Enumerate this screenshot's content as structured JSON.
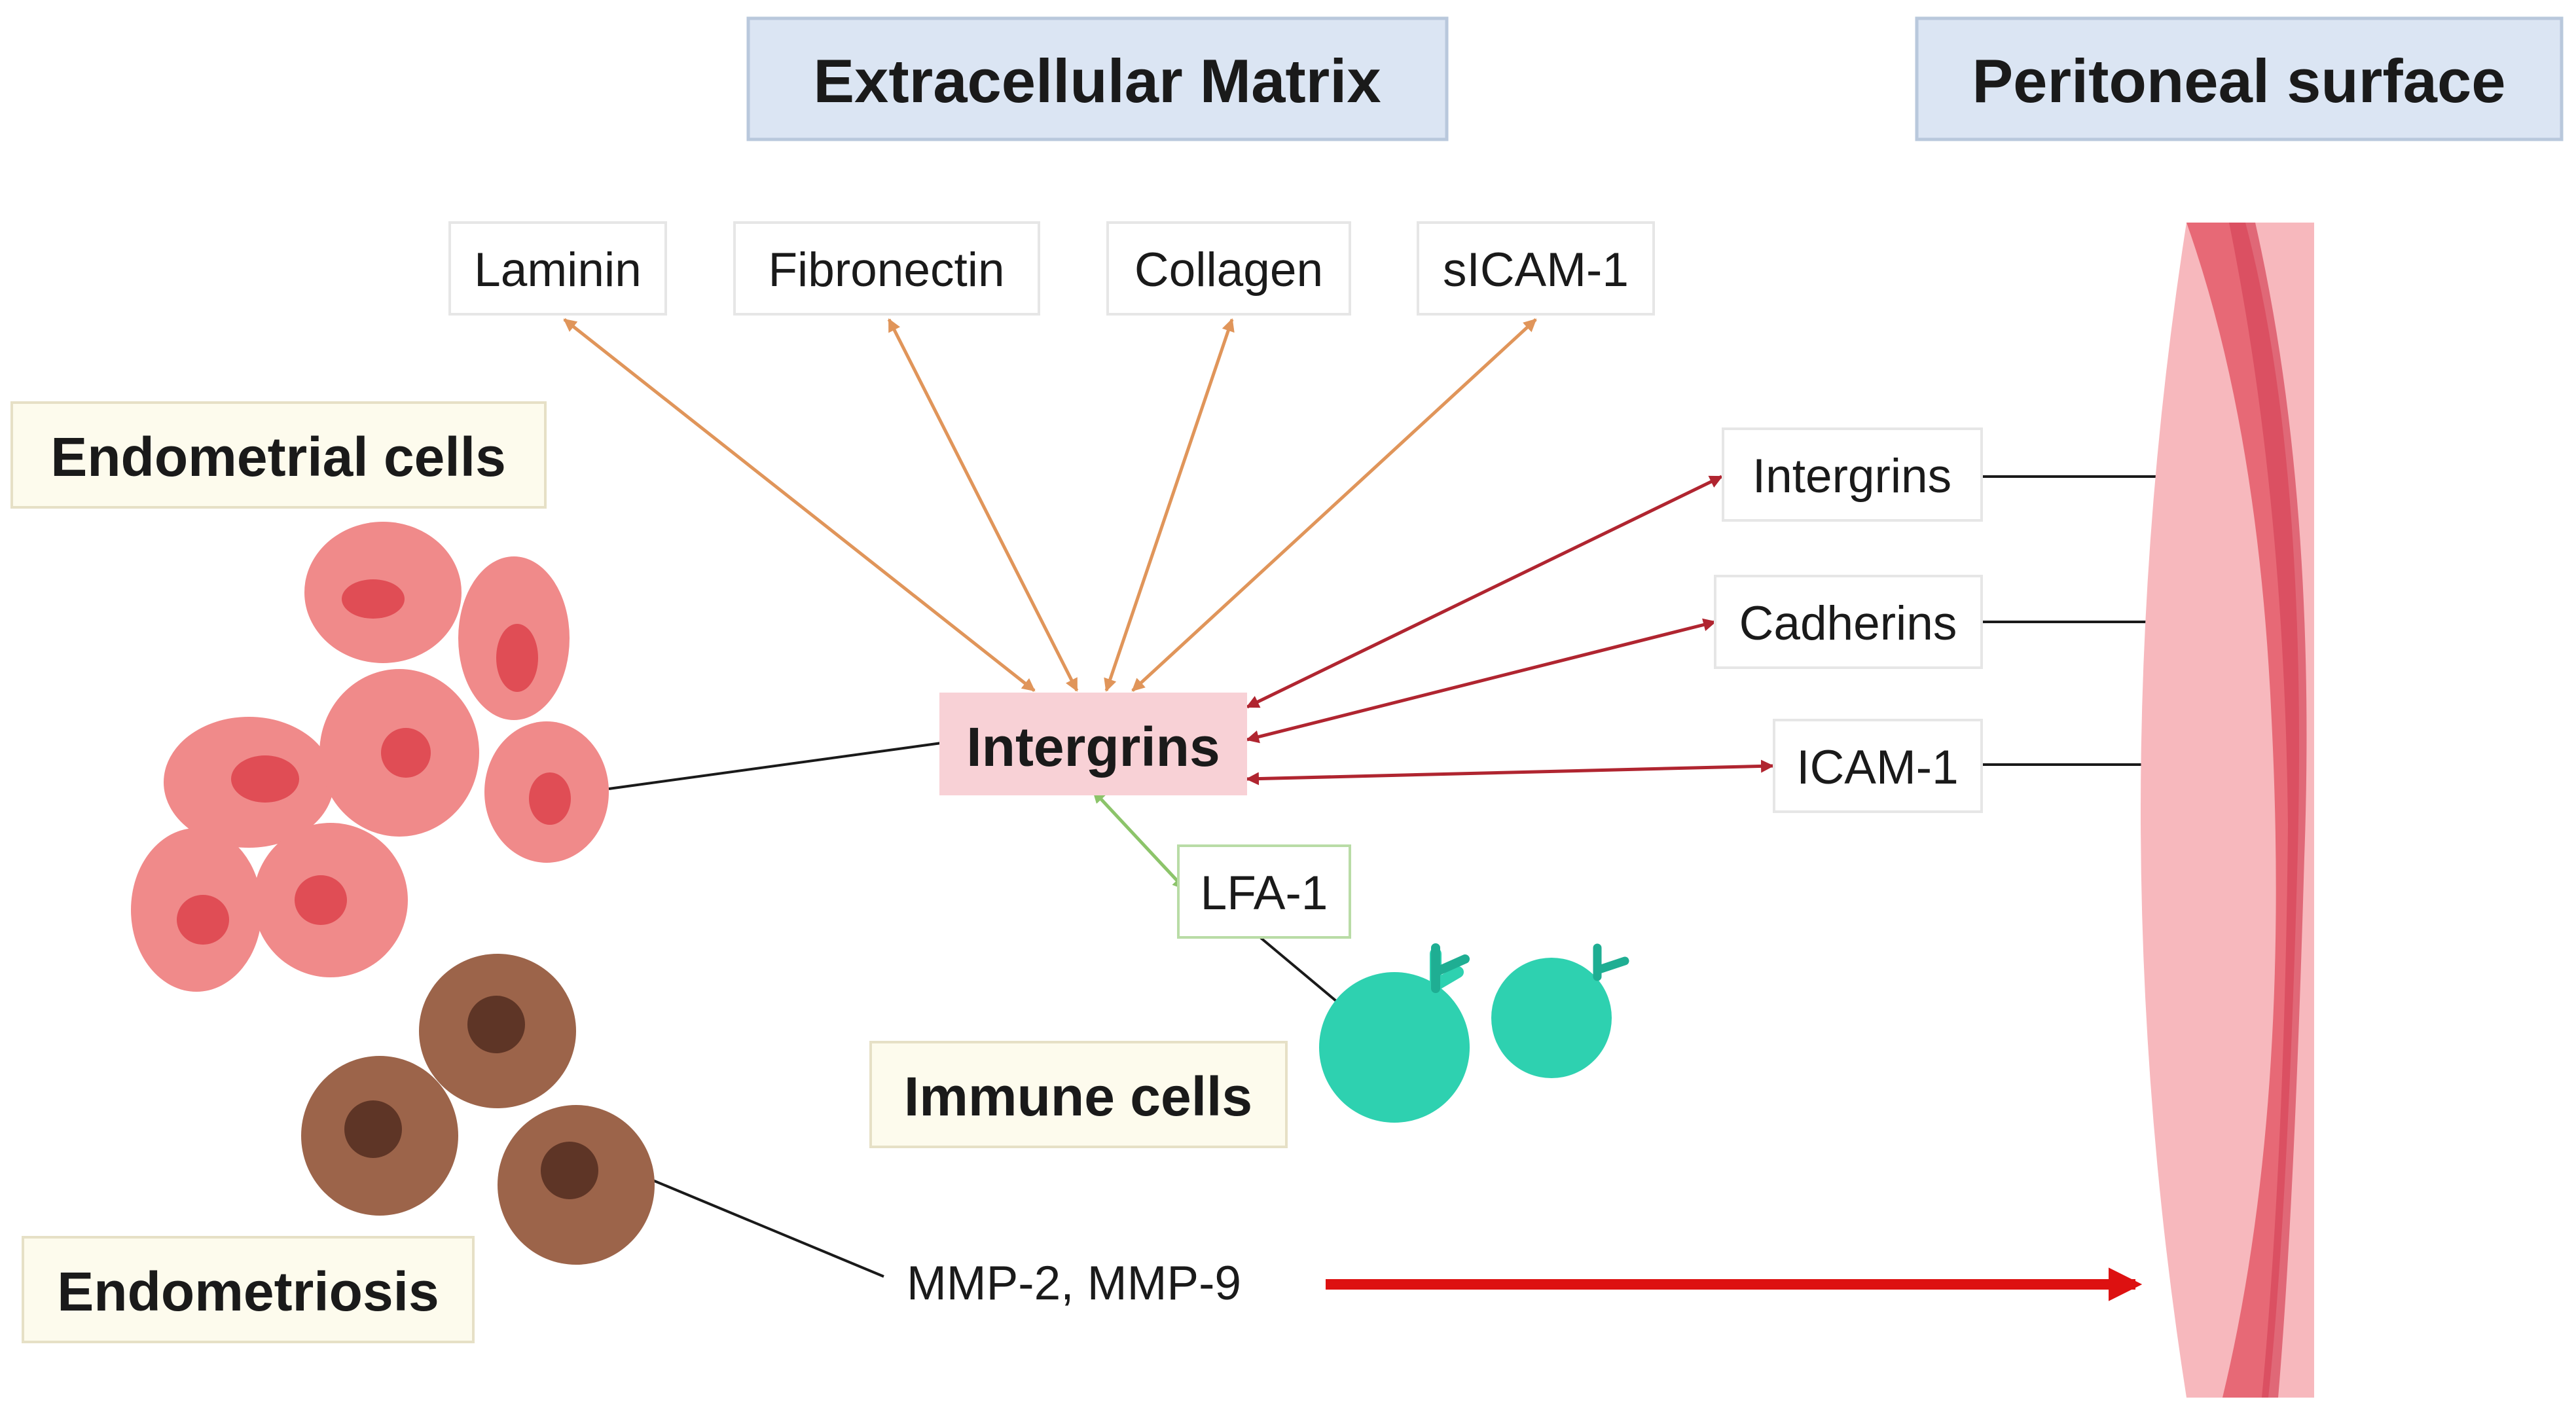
{
  "headers": {
    "extracellular_matrix": "Extracellular Matrix",
    "peritoneal_surface": "Peritoneal surface"
  },
  "ecm_molecules": [
    "Laminin",
    "Fibronectin",
    "Collagen",
    "sICAM-1"
  ],
  "center": {
    "integrins": "Intergrins"
  },
  "peritoneal_molecules": [
    "Intergrins",
    "Cadherins",
    "ICAM-1"
  ],
  "immune": {
    "lfa": "LFA-1",
    "label": "Immune cells"
  },
  "cell_labels": {
    "endometrial": "Endometrial cells",
    "endometriosis": "Endometriosis"
  },
  "mmp": "MMP-2, MMP-9",
  "colors": {
    "header_fill": "#dbe5f3",
    "header_border": "#b9c8dc",
    "integrin_fill": "#f8d1d6",
    "label_fill": "#fdfbed",
    "ecm_arrow": "#e0955a",
    "peritoneal_arrow": "#b02530",
    "lfa_arrow": "#8cc46a",
    "mmp_arrow": "#dd1111",
    "endometrial_cell": "#f08a8a",
    "endometrial_nucleus": "#e04d55",
    "endometriosis_cell": "#9c644a",
    "endometriosis_nucleus": "#5e3526",
    "immune_cell": "#2ed1b0",
    "peritoneum_light": "#f7b8bd",
    "peritoneum_dark": "#e45a6a"
  },
  "icons": {
    "endometrial_cluster": "endometrial-cell-cluster",
    "endometriosis_cluster": "endometriosis-cell-cluster",
    "immune_cells": "immune-cell-icons",
    "peritoneum": "peritoneal-surface-illustration"
  }
}
